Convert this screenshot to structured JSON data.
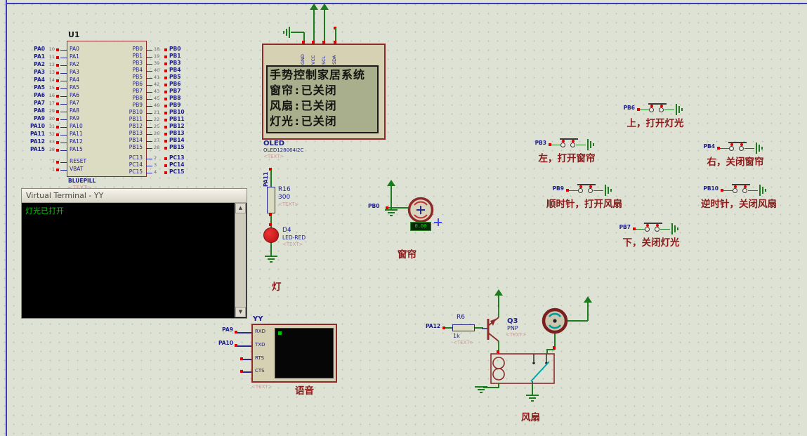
{
  "canvas": {
    "bg": "#dde2d4",
    "wire_color": "#1e7a1e",
    "component_color": "#8e2a2a",
    "label_color": "#8b1a1a"
  },
  "placeholders": {
    "text": "<TEXT>"
  },
  "mcu": {
    "ref": "U1",
    "value": "BLUEPILL",
    "left_pins": [
      {
        "net": "PA0",
        "num": "10",
        "name": "PA0"
      },
      {
        "net": "PA1",
        "num": "11",
        "name": "PA1"
      },
      {
        "net": "PA2",
        "num": "12",
        "name": "PA2"
      },
      {
        "net": "PA3",
        "num": "13",
        "name": "PA3"
      },
      {
        "net": "PA4",
        "num": "14",
        "name": "PA4"
      },
      {
        "net": "PA5",
        "num": "15",
        "name": "PA5"
      },
      {
        "net": "PA6",
        "num": "16",
        "name": "PA6"
      },
      {
        "net": "PA7",
        "num": "17",
        "name": "PA7"
      },
      {
        "net": "PA8",
        "num": "29",
        "name": "PA8"
      },
      {
        "net": "PA9",
        "num": "30",
        "name": "PA9"
      },
      {
        "net": "PA10",
        "num": "31",
        "name": "PA10"
      },
      {
        "net": "PA11",
        "num": "32",
        "name": "PA11"
      },
      {
        "net": "PA12",
        "num": "33",
        "name": "PA12"
      },
      {
        "net": "PA15",
        "num": "38",
        "name": "PA15"
      },
      {
        "net": "",
        "num": "7",
        "name": "RESET"
      },
      {
        "net": "",
        "num": "1",
        "name": "VBAT"
      }
    ],
    "right_pins": [
      {
        "net": "PB0",
        "num": "18",
        "name": "PB0"
      },
      {
        "net": "PB1",
        "num": "19",
        "name": "PB1"
      },
      {
        "net": "PB3",
        "num": "39",
        "name": "PB3"
      },
      {
        "net": "PB4",
        "num": "40",
        "name": "PB4"
      },
      {
        "net": "PB5",
        "num": "41",
        "name": "PB5"
      },
      {
        "net": "PB6",
        "num": "42",
        "name": "PB6"
      },
      {
        "net": "PB7",
        "num": "43",
        "name": "PB7"
      },
      {
        "net": "PB8",
        "num": "45",
        "name": "PB8"
      },
      {
        "net": "PB9",
        "num": "46",
        "name": "PB9"
      },
      {
        "net": "PB10",
        "num": "21",
        "name": "PB10"
      },
      {
        "net": "PB11",
        "num": "22",
        "name": "PB11"
      },
      {
        "net": "PB12",
        "num": "25",
        "name": "PB12"
      },
      {
        "net": "PB13",
        "num": "26",
        "name": "PB13"
      },
      {
        "net": "PB14",
        "num": "27",
        "name": "PB14"
      },
      {
        "net": "PB15",
        "num": "28",
        "name": "PB15"
      },
      {
        "net": "PC13",
        "num": "2",
        "name": "PC13"
      },
      {
        "net": "PC14",
        "num": "3",
        "name": "PC14"
      },
      {
        "net": "PC15",
        "num": "4",
        "name": "PC15"
      }
    ]
  },
  "oled": {
    "ref": "OLED",
    "value": "OLED128064I2C",
    "pins": [
      "GND",
      "VCC",
      "SCL",
      "SDA"
    ],
    "screen_lines": [
      "手势控制家居系统",
      "窗帘:已关闭",
      "风扇:已关闭",
      "灯光:已关闭"
    ]
  },
  "terminal": {
    "title": "Virtual Terminal - YY",
    "output": "灯光已打开",
    "scroll_up": "▲",
    "scroll_down": "▼"
  },
  "light": {
    "net": "PA11",
    "resistor_ref": "R16",
    "resistor_value": "300",
    "led_ref": "D4",
    "led_value": "LED-RED",
    "label": "灯"
  },
  "curtain": {
    "net": "PB0",
    "meter_value": "0.00",
    "label": "窗帘"
  },
  "buttons": [
    {
      "net": "PB6",
      "label": "上，打开灯光"
    },
    {
      "net": "PB3",
      "label": "左，打开窗帘"
    },
    {
      "net": "PB4",
      "label": "右，关闭窗帘"
    },
    {
      "net": "PB9",
      "label": "顺时针，打开风扇"
    },
    {
      "net": "PB10",
      "label": "逆时针，关闭风扇"
    },
    {
      "net": "PB7",
      "label": "下，关闭灯光"
    }
  ],
  "voice": {
    "ref": "YY",
    "pins": [
      "RXD",
      "TXD",
      "RTS",
      "CTS"
    ],
    "net_rx": "PA9",
    "net_tx": "PA10",
    "label": "语音"
  },
  "fan": {
    "net": "PA12",
    "resistor_ref": "R6",
    "resistor_value": "1k",
    "transistor_ref": "Q3",
    "transistor_value": "PNP",
    "label": "风扇"
  }
}
